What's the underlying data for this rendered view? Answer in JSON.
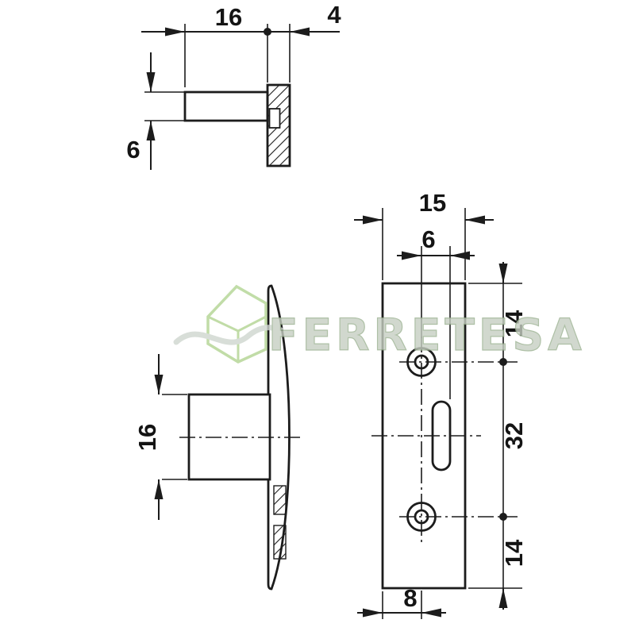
{
  "drawing_title": "furniture-fitting-technical-drawing",
  "dims": {
    "top_width": "16",
    "top_flange": "4",
    "top_height": "6",
    "side_diameter": "16",
    "front_width": "15",
    "front_offset": "6",
    "front_top": "14",
    "front_spacing": "32",
    "front_bottom": "14",
    "front_edge": "8"
  },
  "watermark": {
    "text": "FERRETESA"
  },
  "colors": {
    "line": "#1c1c1c",
    "background": "#ffffff",
    "watermark_green": "#b2d492",
    "watermark_gray": "#cfd6cf",
    "watermark_text_fill": "#c6cfc2"
  }
}
